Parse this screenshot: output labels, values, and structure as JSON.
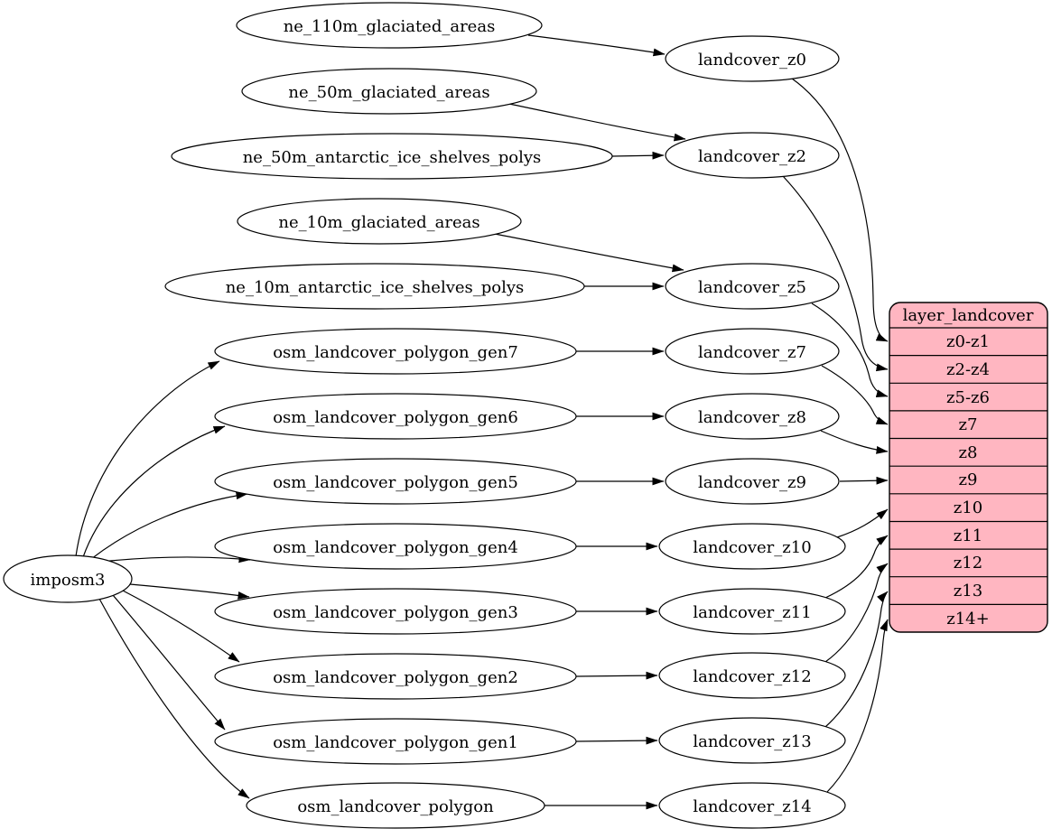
{
  "diagram_type": "graphviz-dependency-graph",
  "colors": {
    "background": "#ffffff",
    "node_fill": "#ffffff",
    "node_stroke": "#000000",
    "edge_color": "#000000",
    "table_fill": "#ffb6c1"
  },
  "nodes": {
    "imposm3": "imposm3",
    "ne_110m_glaciated_areas": "ne_110m_glaciated_areas",
    "ne_50m_glaciated_areas": "ne_50m_glaciated_areas",
    "ne_50m_antarctic_ice_shelves_polys": "ne_50m_antarctic_ice_shelves_polys",
    "ne_10m_glaciated_areas": "ne_10m_glaciated_areas",
    "ne_10m_antarctic_ice_shelves_polys": "ne_10m_antarctic_ice_shelves_polys",
    "osm_landcover_polygon_gen7": "osm_landcover_polygon_gen7",
    "osm_landcover_polygon_gen6": "osm_landcover_polygon_gen6",
    "osm_landcover_polygon_gen5": "osm_landcover_polygon_gen5",
    "osm_landcover_polygon_gen4": "osm_landcover_polygon_gen4",
    "osm_landcover_polygon_gen3": "osm_landcover_polygon_gen3",
    "osm_landcover_polygon_gen2": "osm_landcover_polygon_gen2",
    "osm_landcover_polygon_gen1": "osm_landcover_polygon_gen1",
    "osm_landcover_polygon": "osm_landcover_polygon",
    "landcover_z0": "landcover_z0",
    "landcover_z2": "landcover_z2",
    "landcover_z5": "landcover_z5",
    "landcover_z7": "landcover_z7",
    "landcover_z8": "landcover_z8",
    "landcover_z9": "landcover_z9",
    "landcover_z10": "landcover_z10",
    "landcover_z11": "landcover_z11",
    "landcover_z12": "landcover_z12",
    "landcover_z13": "landcover_z13",
    "landcover_z14": "landcover_z14"
  },
  "table": {
    "title": "layer_landcover",
    "rows": [
      "z0-z1",
      "z2-z4",
      "z5-z6",
      "z7",
      "z8",
      "z9",
      "z10",
      "z11",
      "z12",
      "z13",
      "z14+"
    ]
  },
  "edges": [
    [
      "imposm3",
      "osm_landcover_polygon_gen7"
    ],
    [
      "imposm3",
      "osm_landcover_polygon_gen6"
    ],
    [
      "imposm3",
      "osm_landcover_polygon_gen5"
    ],
    [
      "imposm3",
      "osm_landcover_polygon_gen4"
    ],
    [
      "imposm3",
      "osm_landcover_polygon_gen3"
    ],
    [
      "imposm3",
      "osm_landcover_polygon_gen2"
    ],
    [
      "imposm3",
      "osm_landcover_polygon_gen1"
    ],
    [
      "imposm3",
      "osm_landcover_polygon"
    ],
    [
      "ne_110m_glaciated_areas",
      "landcover_z0"
    ],
    [
      "ne_50m_glaciated_areas",
      "landcover_z2"
    ],
    [
      "ne_50m_antarctic_ice_shelves_polys",
      "landcover_z2"
    ],
    [
      "ne_10m_glaciated_areas",
      "landcover_z5"
    ],
    [
      "ne_10m_antarctic_ice_shelves_polys",
      "landcover_z5"
    ],
    [
      "osm_landcover_polygon_gen7",
      "landcover_z7"
    ],
    [
      "osm_landcover_polygon_gen6",
      "landcover_z8"
    ],
    [
      "osm_landcover_polygon_gen5",
      "landcover_z9"
    ],
    [
      "osm_landcover_polygon_gen4",
      "landcover_z10"
    ],
    [
      "osm_landcover_polygon_gen3",
      "landcover_z11"
    ],
    [
      "osm_landcover_polygon_gen2",
      "landcover_z12"
    ],
    [
      "osm_landcover_polygon_gen1",
      "landcover_z13"
    ],
    [
      "osm_landcover_polygon",
      "landcover_z14"
    ],
    [
      "landcover_z0",
      "layer_landcover.z0-z1"
    ],
    [
      "landcover_z2",
      "layer_landcover.z2-z4"
    ],
    [
      "landcover_z5",
      "layer_landcover.z5-z6"
    ],
    [
      "landcover_z7",
      "layer_landcover.z7"
    ],
    [
      "landcover_z8",
      "layer_landcover.z8"
    ],
    [
      "landcover_z9",
      "layer_landcover.z9"
    ],
    [
      "landcover_z10",
      "layer_landcover.z10"
    ],
    [
      "landcover_z11",
      "layer_landcover.z11"
    ],
    [
      "landcover_z12",
      "layer_landcover.z12"
    ],
    [
      "landcover_z13",
      "layer_landcover.z13"
    ],
    [
      "landcover_z14",
      "layer_landcover.z14+"
    ]
  ]
}
